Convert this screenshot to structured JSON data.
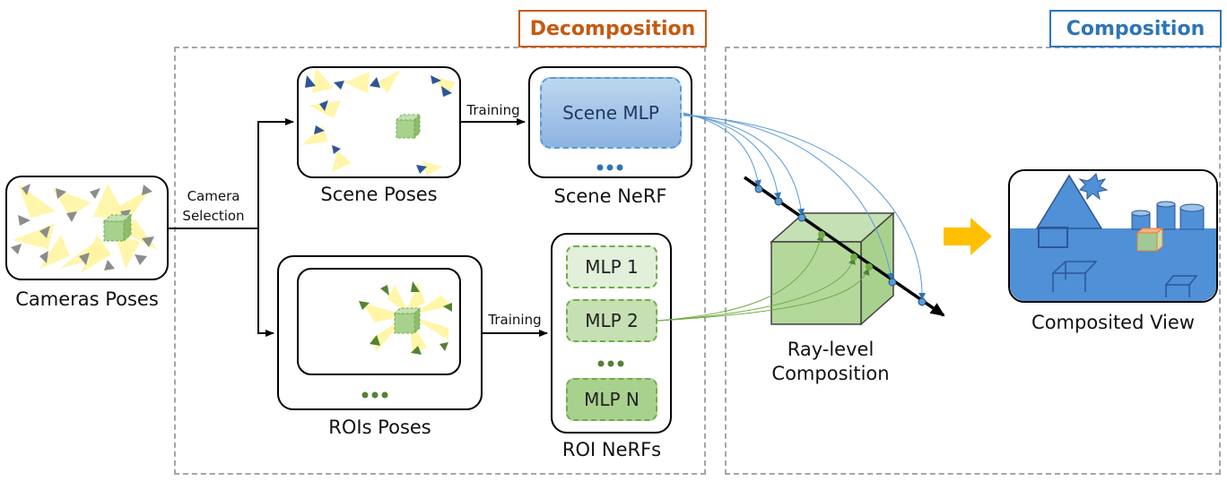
{
  "sections": {
    "decomposition": "Decomposition",
    "composition": "Composition"
  },
  "labels": {
    "cameras_poses": "Cameras Poses",
    "camera_selection_1": "Camera",
    "camera_selection_2": "Selection",
    "scene_poses": "Scene Poses",
    "rois_poses": "ROIs Poses",
    "training_top": "Training",
    "training_bottom": "Training",
    "scene_nerf": "Scene NeRF",
    "roi_nerfs": "ROI NeRFs",
    "scene_mlp": "Scene MLP",
    "mlp_1": "MLP 1",
    "mlp_2": "MLP 2",
    "mlp_n": "MLP N",
    "ray_level_1": "Ray-level",
    "ray_level_2": "Composition",
    "composited_view": "Composited View",
    "ellipsis_scene": "•••",
    "ellipsis_rois": "•••",
    "ellipsis_mlps": "•••"
  },
  "colors": {
    "decomposition_accent": "#c55a11",
    "composition_accent": "#2e75b6",
    "scene_blue": "#5b9bd5",
    "roi_green": "#70ad47",
    "camera_cone_yellow": "#fff27a",
    "arrow_orange": "#ffc000"
  }
}
